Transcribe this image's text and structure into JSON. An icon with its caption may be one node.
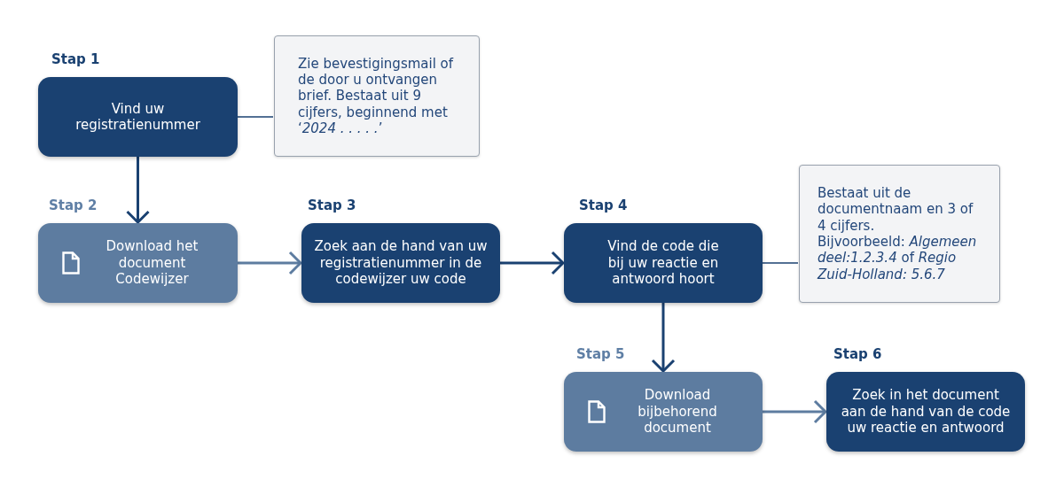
{
  "diagram": {
    "nodes": [
      {
        "text": [
          "Stap 1",
          "Vind uw registratienummer"
        ]
      },
      {
        "text": [
          "Zie bevestigingsmail of de door u ontvangen brief. Bestaat uit 9 cijfers, beginnend met ‘*2024 . . . . .*’"
        ]
      },
      {
        "text": [
          "Stap 2",
          "Download het document Codewijzer"
        ]
      },
      {
        "text": [
          "Stap 3",
          "Zoek aan de hand van uw registratienummer in de codewijzer uw code"
        ]
      },
      {
        "text": [
          "Stap 4",
          "Vind de code die bij uw reactie en antwoord hoort"
        ]
      },
      {
        "text": [
          "Bestaat uit de documentnaam en 3 of 4 cijfers.",
          "Bijvoorbeeld: *Algemeen deel:1.2.3.4* of *Regio Zuid-Holland: 5.6.7*"
        ]
      },
      {
        "text": [
          "Stap 5",
          "Download bijbehorend document"
        ]
      },
      {
        "text": [
          "Stap 6",
          "Zoek in het document aan de hand van de code uw reactie en antwoord"
        ]
      }
    ],
    "edges": [
      {
        "from": 0,
        "to": 1,
        "arrow": "none"
      },
      {
        "from": 0,
        "to": 2,
        "arrow": "to"
      },
      {
        "from": 2,
        "to": 3,
        "arrow": "to",
        "color": "#5d7ca0"
      },
      {
        "from": 3,
        "to": 4,
        "arrow": "to"
      },
      {
        "from": 4,
        "to": 5,
        "arrow": "none"
      },
      {
        "from": 4,
        "to": 6,
        "arrow": "to"
      },
      {
        "from": 6,
        "to": 7,
        "arrow": "to",
        "color": "#5d7ca0"
      }
    ]
  }
}
